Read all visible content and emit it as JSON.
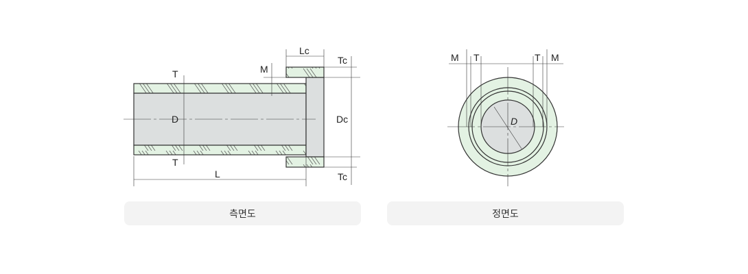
{
  "side_view": {
    "caption": "측면도",
    "labels": {
      "T_top": "T",
      "T_bottom": "T",
      "M": "M",
      "D": "D",
      "L": "L",
      "Lc": "Lc",
      "Tc_top": "Tc",
      "Tc_bottom": "Tc",
      "Dc": "Dc"
    }
  },
  "front_view": {
    "caption": "정면도",
    "labels": {
      "M_left": "M",
      "T_left": "T",
      "T_right": "T",
      "M_right": "M",
      "D": "D"
    }
  },
  "colors": {
    "green": "#e3f2e3",
    "gray": "#dcdfdf",
    "line": "#333333"
  }
}
